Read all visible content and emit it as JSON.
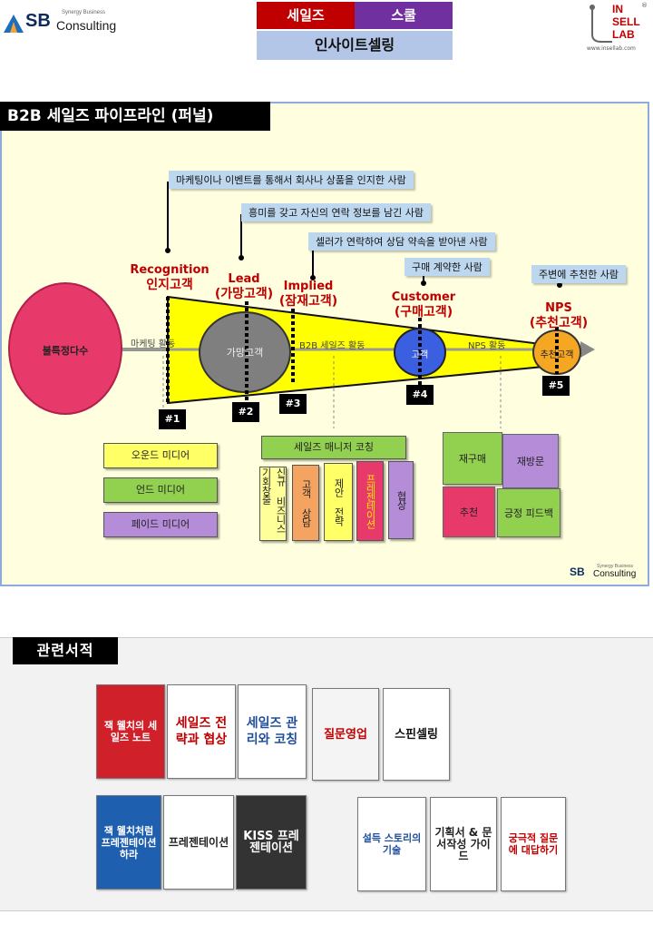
{
  "header": {
    "logo_left": {
      "mark": "SB",
      "name": "Consulting",
      "sub": "Synergy Business"
    },
    "tabs": {
      "sales": "세일즈",
      "school": "스쿨",
      "insight": "인사이트셀링"
    },
    "logo_right": {
      "line1": "IN",
      "line2": "SELL",
      "line3": "LAB",
      "reg": "®",
      "url": "www.insellab.com"
    }
  },
  "diagram": {
    "title": "B2B 세일즈 파이프라인 (퍼널)",
    "callouts": [
      "마케팅이나 이벤트를 통해서 회사나 상품을 인지한 사람",
      "흥미를 갖고 자신의 연락 정보를 남긴 사람",
      "셀러가 연락하여 상담 약속을 받아낸 사람",
      "구매 계약한 사람",
      "주변에 추천한 사람"
    ],
    "stages": [
      {
        "en": "Recognition",
        "ko": "인지고객",
        "num": "#1"
      },
      {
        "en": "Lead",
        "ko": "(가망고객)",
        "num": "#2"
      },
      {
        "en": "Implied",
        "ko": "(잠재고객)",
        "num": "#3"
      },
      {
        "en": "Customer",
        "ko": "(구매고객)",
        "num": "#4"
      },
      {
        "en": "NPS",
        "ko": "(추천고객)",
        "num": "#5"
      }
    ],
    "circles": {
      "mass": "불특정다수",
      "prospect": "가망고객",
      "customer": "고객",
      "referrer": "추천고객"
    },
    "activities": {
      "marketing": "마케팅 활동",
      "b2b": "B2B 세일즈 활동",
      "nps": "NPS 활동"
    },
    "media": [
      "오운드 미디어",
      "언드 미디어",
      "페이드 미디어"
    ],
    "coaching": {
      "header": "세일즈 매니저 코칭",
      "bars": [
        "신규 비즈니스 기회창출",
        "고객 상담",
        "제안 전략",
        "프레젠테이션",
        "협상"
      ]
    },
    "puzzle": [
      "재구매",
      "재방문",
      "추천",
      "긍정 피드백"
    ],
    "footer_logo": {
      "mark": "SB",
      "name": "Consulting",
      "sub": "Synergy Business"
    }
  },
  "books": {
    "title": "관련서적",
    "row1": [
      "잭 웰치의 세일즈 노트",
      "세일즈 전략과 협상",
      "세일즈 관리와 코칭",
      "질문영업",
      "스핀셀링"
    ],
    "row2": [
      "잭 웰치처럼 프레젠테이션하라",
      "프레젠테이션",
      "KISS 프레젠테이션",
      "설득 스토리의 기술",
      "기획서 & 문서작성 가이드",
      "궁극적 질문에 대답하기"
    ]
  },
  "colors": {
    "sales_tab": "#c00000",
    "school_tab": "#7030a0",
    "insight_tab": "#b4c6e7",
    "funnel": "#ffff00",
    "mass_circle": "#e8396b",
    "prospect_circle": "#7f7f7f",
    "customer_circle": "#3a5fe0",
    "referrer_circle": "#f5a623",
    "callout": "#bdd7ee"
  }
}
